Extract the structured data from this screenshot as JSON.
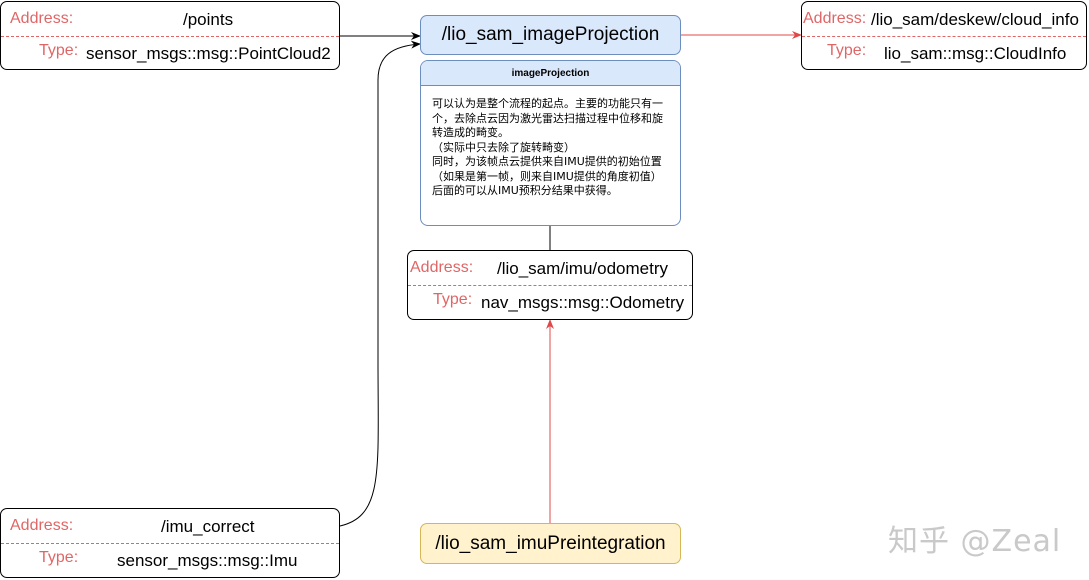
{
  "labels": {
    "address": "Address:",
    "type": "Type:"
  },
  "topics": {
    "points": {
      "address": "/points",
      "type": "sensor_msgs::msg::PointCloud2"
    },
    "cloud_info": {
      "address": "/lio_sam/deskew/cloud_info",
      "type": "lio_sam::msg::CloudInfo"
    },
    "odometry": {
      "address": "/lio_sam/imu/odometry",
      "type": "nav_msgs::msg::Odometry"
    },
    "imu_correct": {
      "address": "/imu_correct",
      "type": "sensor_msgs::msg::Imu"
    }
  },
  "nodes": {
    "image_projection": "/lio_sam_imageProjection",
    "imu_preintegration": "/lio_sam_imuPreintegration"
  },
  "note": {
    "title": "imageProjection",
    "text": "可以认为是整个流程的起点。主要的功能只有一个，去除点云因为激光雷达扫描过程中位移和旋转造成的畸变。\n（实际中只去除了旋转畸变）\n同时，为该帧点云提供来自IMU提供的初始位置（如果是第一帧，则来自IMU提供的角度初值）后面的可以从IMU预积分结果中获得。"
  },
  "watermark": "知乎 @Zeal",
  "colors": {
    "node_blue": "#dae8fc",
    "node_blue_border": "#6c8ebf",
    "node_yellow": "#fff2cc",
    "node_yellow_border": "#d6b656",
    "label_red": "#e06666",
    "edge_red": "#e04848",
    "edge_black": "#000000"
  }
}
